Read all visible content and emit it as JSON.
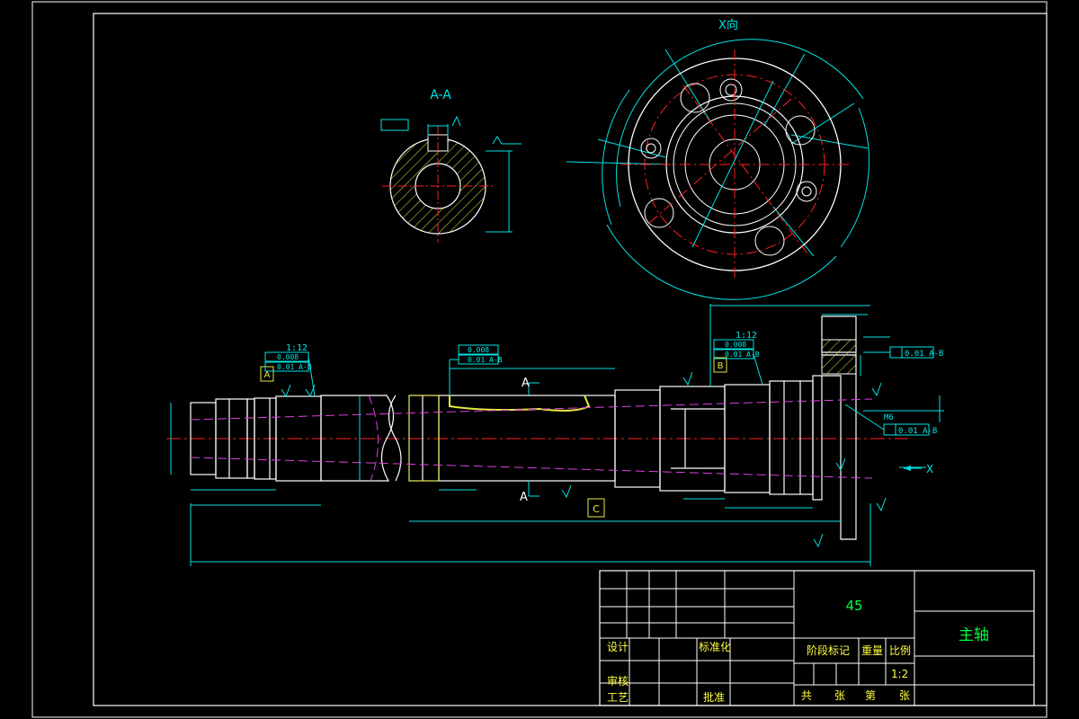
{
  "views": {
    "section_label": "A-A",
    "view_label": "X向",
    "side_arrow_label": "X"
  },
  "section_marks": {
    "a_top": "A",
    "a_bottom": "A",
    "datum_c": "C",
    "datum_a": "A",
    "datum_b": "B"
  },
  "tolerances": {
    "taper_left": "1:12",
    "taper_right": "1:12",
    "left_runout_1": "0.008",
    "left_runout_2": "0.01 A-B",
    "mid_runout_1": "0.008",
    "mid_runout_2": "0.01 A-B",
    "right_runout_1": "0.008",
    "right_runout_2": "0.01 A-B",
    "face_runout": "0.01 A-B",
    "side_runout": "0.01 A-B",
    "side_fit": "M6"
  },
  "title_block": {
    "material": "45",
    "part_name": "主轴",
    "design": "设计",
    "standardize": "标准化",
    "review": "审核",
    "process": "工艺",
    "approve": "批准",
    "stage_mark": "阶段标记",
    "weight": "重量",
    "scale": "比例",
    "scale_value": "1:2",
    "total": "共",
    "sheets": "张",
    "page": "第",
    "sheet": "张"
  },
  "colors": {
    "frame": "#ffffff",
    "dimension": "#00e5e5",
    "outline": "#ffffff",
    "center": "#ff2020",
    "hidden": "#e040e0",
    "hatch": "#e8e840",
    "text": "#00ff40",
    "symbol": "#ffff40"
  }
}
